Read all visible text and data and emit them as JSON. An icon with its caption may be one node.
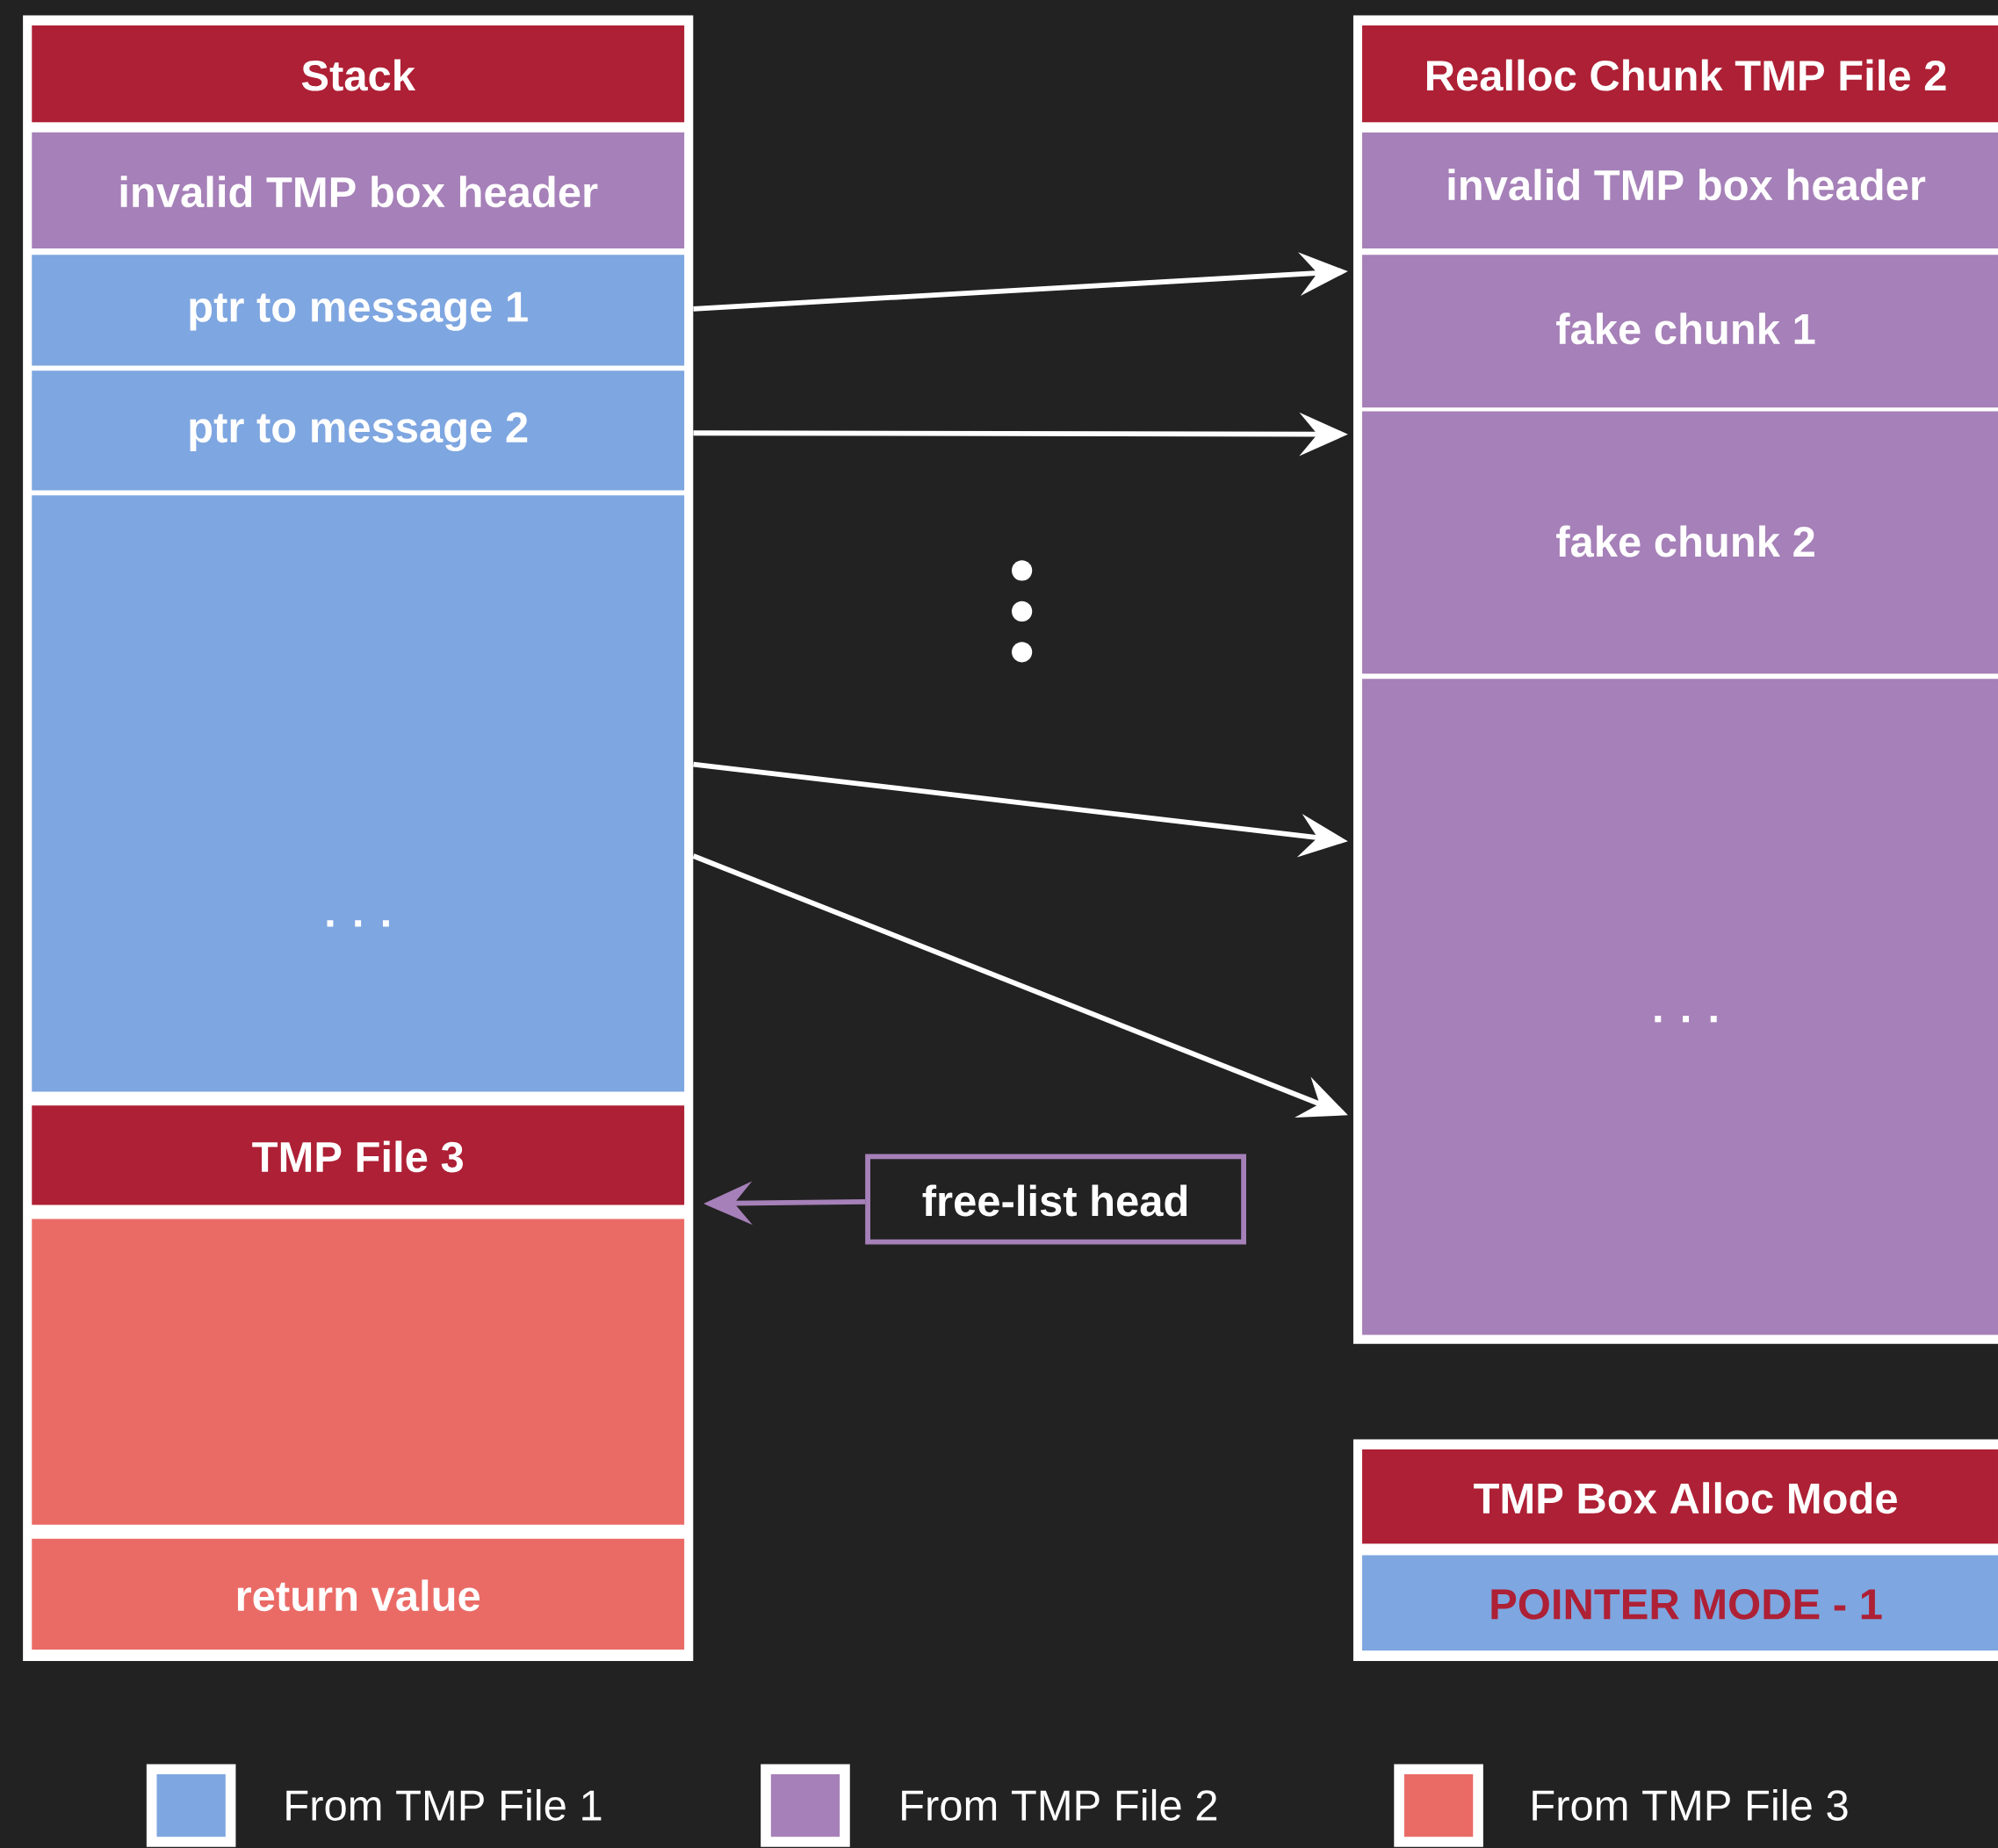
{
  "diagram": {
    "nodes": [
      {
        "text": [],
        "shape": "box"
      },
      {
        "text": [
          "Stack"
        ],
        "in": 0
      },
      {
        "text": [
          "invalid TMP box header"
        ],
        "in": 0
      },
      {
        "text": [
          "ptr to message 1"
        ],
        "in": 0
      },
      {
        "text": [
          "ptr to message 2"
        ],
        "in": 0
      },
      {
        "text": [
          ". . ."
        ],
        "in": 0
      },
      {
        "text": [
          "TMP File 3"
        ],
        "in": 0
      },
      {
        "text": [],
        "shape": "box",
        "in": 0
      },
      {
        "text": [
          "return value"
        ],
        "in": 0
      },
      {
        "text": [],
        "shape": "box"
      },
      {
        "text": [
          "Realloc Chunk TMP File 2"
        ],
        "in": 9
      },
      {
        "text": [
          "invalid TMP box header"
        ],
        "in": 9
      },
      {
        "text": [
          "fake chunk 1"
        ],
        "in": 9
      },
      {
        "text": [
          "fake chunk 2"
        ],
        "in": 9
      },
      {
        "text": [
          ". . ."
        ],
        "in": 9
      },
      {
        "text": [
          "free-list head"
        ]
      },
      {
        "text": [],
        "shape": "box"
      },
      {
        "text": [
          "TMP Box Alloc Mode"
        ],
        "in": 16
      },
      {
        "text": [
          "POINTER MODE - 1"
        ],
        "in": 16
      }
    ],
    "edges": [
      {
        "from": 3,
        "to": 12,
        "arrow": "to"
      },
      {
        "from": 4,
        "to": 13,
        "arrow": "to"
      },
      {
        "from": 5,
        "to": 14,
        "arrow": "to"
      },
      {
        "from": 5,
        "to": 14,
        "arrow": "to"
      },
      {
        "from": 15,
        "to": 6,
        "arrow": "to",
        "color": "#a680b8"
      }
    ],
    "legend": [
      {
        "text": "From TMP File 1",
        "color": "#7ea6e0"
      },
      {
        "text": "From TMP File 2",
        "color": "#a680b8"
      },
      {
        "text": "From TMP File 3",
        "color": "#ea6b66"
      }
    ]
  }
}
